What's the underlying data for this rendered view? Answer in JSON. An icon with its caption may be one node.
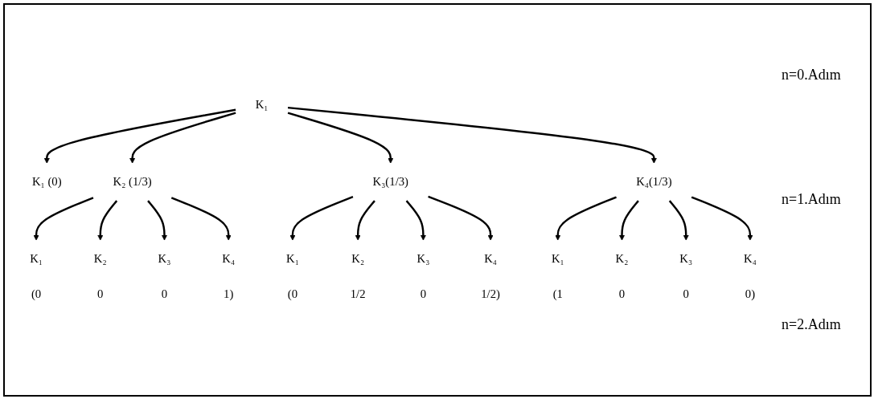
{
  "diagram": {
    "nodes": [
      {
        "text": [
          "K₁"
        ]
      },
      {
        "text": [
          "K₁  (0)"
        ]
      },
      {
        "text": [
          "K₂ (1/3)"
        ]
      },
      {
        "text": [
          "K₃(1/3)"
        ]
      },
      {
        "text": [
          "K₄(1/3)"
        ]
      },
      {
        "text": [
          "K₁"
        ],
        "beside": [
          "(0"
        ]
      },
      {
        "text": [
          "K₂"
        ],
        "beside": [
          "0"
        ]
      },
      {
        "text": [
          "K₃"
        ],
        "beside": [
          "0"
        ]
      },
      {
        "text": [
          "K₄"
        ],
        "beside": [
          "1)"
        ]
      },
      {
        "text": [
          "K₁"
        ],
        "beside": [
          "(0"
        ]
      },
      {
        "text": [
          "K₂"
        ],
        "beside": [
          "1/2"
        ]
      },
      {
        "text": [
          "K₃"
        ],
        "beside": [
          "0"
        ]
      },
      {
        "text": [
          "K₄"
        ],
        "beside": [
          "1/2)"
        ]
      },
      {
        "text": [
          "K₁"
        ],
        "beside": [
          "(1"
        ]
      },
      {
        "text": [
          "K₂"
        ],
        "beside": [
          "0"
        ]
      },
      {
        "text": [
          "K₃"
        ],
        "beside": [
          "0"
        ]
      },
      {
        "text": [
          "K₄"
        ],
        "beside": [
          "0)"
        ]
      }
    ],
    "edges": [
      {
        "from": 0,
        "to": 1,
        "arrow": "to"
      },
      {
        "from": 0,
        "to": 2,
        "arrow": "to"
      },
      {
        "from": 0,
        "to": 3,
        "arrow": "to"
      },
      {
        "from": 0,
        "to": 4,
        "arrow": "to"
      },
      {
        "from": 2,
        "to": 5,
        "arrow": "to"
      },
      {
        "from": 2,
        "to": 6,
        "arrow": "to"
      },
      {
        "from": 2,
        "to": 7,
        "arrow": "to"
      },
      {
        "from": 2,
        "to": 8,
        "arrow": "to"
      },
      {
        "from": 3,
        "to": 9,
        "arrow": "to"
      },
      {
        "from": 3,
        "to": 10,
        "arrow": "to"
      },
      {
        "from": 3,
        "to": 11,
        "arrow": "to"
      },
      {
        "from": 3,
        "to": 12,
        "arrow": "to"
      },
      {
        "from": 4,
        "to": 13,
        "arrow": "to"
      },
      {
        "from": 4,
        "to": 14,
        "arrow": "to"
      },
      {
        "from": 4,
        "to": 15,
        "arrow": "to"
      },
      {
        "from": 4,
        "to": 16,
        "arrow": "to"
      }
    ],
    "labels": [
      "n=0.Adım",
      "n=1.Adım",
      "n=2.Adım"
    ]
  }
}
